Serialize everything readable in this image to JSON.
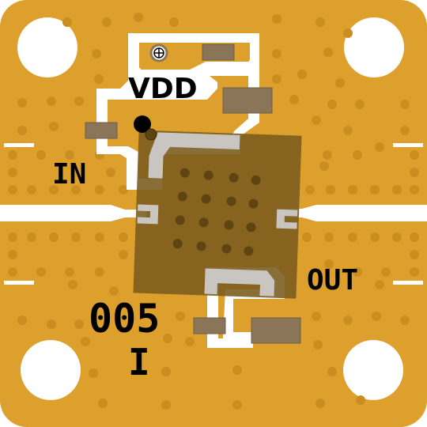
{
  "board": {
    "labels": {
      "vdd": "VDD",
      "in": "IN",
      "out": "OUT",
      "part_number": "005",
      "revision": "I"
    },
    "colors": {
      "substrate": "#dda02d",
      "substrate_edge": "#c98e1f",
      "background": "#ffffff",
      "trace": "#ffffff",
      "chip": "#7a5a1c",
      "chip_trace": "#c9c6c2",
      "pad": "#8a7558",
      "silkscreen": "#000000",
      "via": "#c98e1f"
    }
  }
}
